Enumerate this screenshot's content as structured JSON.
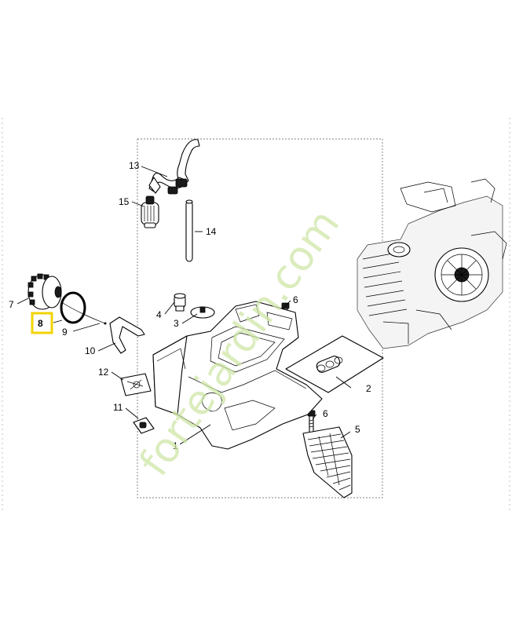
{
  "labels": {
    "p1": "1",
    "p2": "2",
    "p3": "3",
    "p4": "4",
    "p5": "5",
    "p6a": "6",
    "p6b": "6",
    "p7": "7",
    "p8": "8",
    "p9": "9",
    "p10": "10",
    "p11": "11",
    "p12": "12",
    "p13": "13",
    "p14": "14",
    "p15": "15"
  },
  "highlight": {
    "part": "8",
    "color": "#f2d300"
  },
  "watermark": {
    "text": "fortejardin.com",
    "color": "#cfe6a8"
  }
}
